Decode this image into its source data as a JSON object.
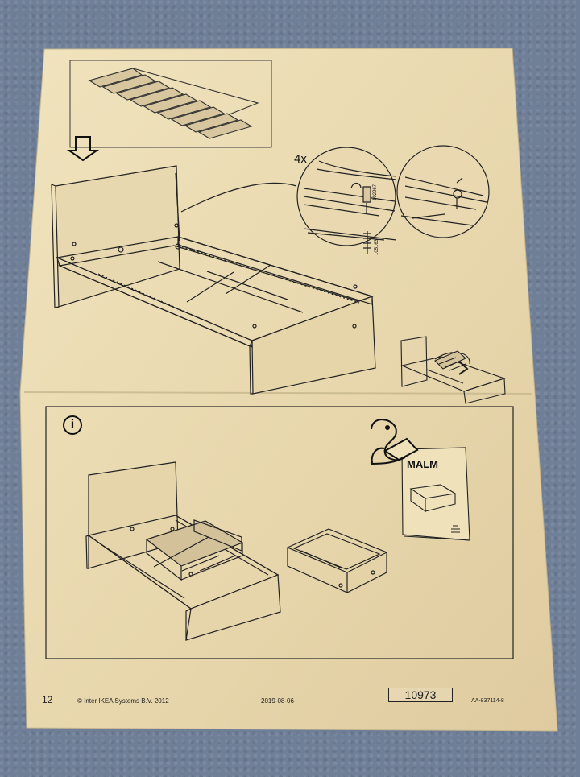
{
  "document": {
    "page_number": "12",
    "copyright": "© Inter IKEA Systems B.V. 2012",
    "date": "2019-08-06",
    "document_code": "10973",
    "article_code": "AA-837114-8"
  },
  "assembly": {
    "hardware_multiplier": "4x",
    "part_number_1": "102267",
    "part_number_2": "105163"
  },
  "info_panel": {
    "info_icon": "i",
    "product_name": "MALM"
  },
  "colors": {
    "paper": "#eadcb5",
    "line": "#252525",
    "background": "#6f7f98"
  }
}
